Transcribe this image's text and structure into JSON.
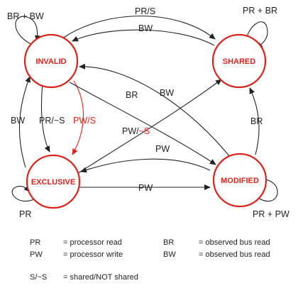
{
  "states": {
    "invalid": "INVALID",
    "shared": "SHARED",
    "exclusive": "EXCLUSIVE",
    "modified": "MODIFIED"
  },
  "transitions": {
    "invalid_to_shared": "PR/S",
    "shared_to_invalid": "BW",
    "invalid_self": "BR + BW",
    "shared_self": "PR + BR",
    "exclusive_self": "PR",
    "modified_self": "PR + PW",
    "exclusive_to_invalid": "BW",
    "invalid_to_exclusive_black": "PR/~S",
    "invalid_to_exclusive_red": "PW/S",
    "invalid_to_modified_prefix": "PW/",
    "invalid_to_modified_suffix": "~S",
    "exclusive_to_shared": "BR",
    "modified_to_invalid": "BW",
    "modified_to_shared": "BR",
    "modified_to_exclusive": "PW",
    "exclusive_to_modified": "PW"
  },
  "legend": [
    {
      "key": "PR",
      "desc": "= processor read"
    },
    {
      "key": "PW",
      "desc": "= processor write"
    },
    {
      "key": "BR",
      "desc": "= observed bus read"
    },
    {
      "key": "BW",
      "desc": "= observed bus read"
    },
    {
      "key": "S/~S",
      "desc": "= shared/NOT shared"
    }
  ],
  "colors": {
    "state_outline": "#d9251d",
    "arrows": "#222222",
    "highlight": "#d9251d"
  }
}
